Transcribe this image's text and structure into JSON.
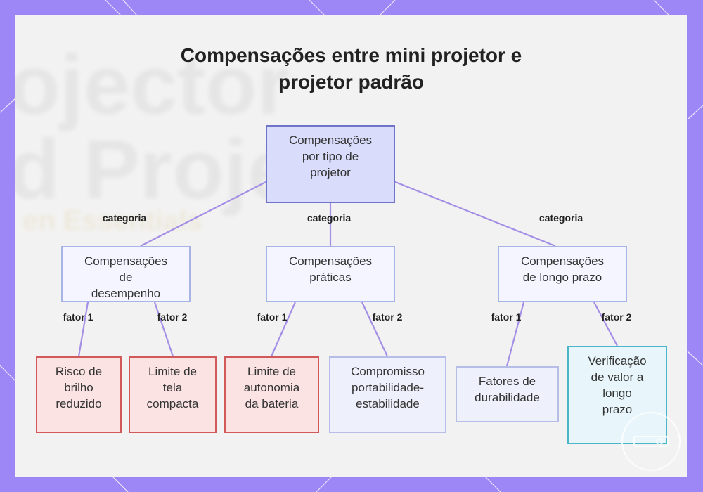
{
  "title_lines": [
    "Compensações entre mini projetor e",
    "projetor padrão"
  ],
  "background_text": [
    "ojector",
    "d Projec",
    "en Essentials"
  ],
  "nodes": {
    "root": [
      "Compensações",
      "por tipo de",
      "projetor"
    ],
    "desempenho": [
      "Compensações",
      "de",
      "desempenho"
    ],
    "praticas": [
      "Compensações",
      "práticas"
    ],
    "longo_prazo": [
      "Compensações",
      "de longo prazo"
    ],
    "risco_brilho": [
      "Risco de",
      "brilho",
      "reduzido"
    ],
    "limite_tela": [
      "Limite de",
      "tela",
      "compacta"
    ],
    "limite_bateria": [
      "Limite de",
      "autonomia",
      "da bateria"
    ],
    "compromisso": [
      "Compromisso",
      "portabilidade-",
      "estabilidade"
    ],
    "durabilidade": [
      "Fatores de",
      "durabilidade"
    ],
    "verificacao": [
      "Verificação",
      "de valor a",
      "longo",
      "prazo"
    ]
  },
  "edge_labels": {
    "categoria": "categoria",
    "fator1": "fator 1",
    "fator2": "fator 2"
  },
  "colors": {
    "frame": "#9d86f5",
    "edge": "#a48ee6",
    "root_fill": "#d9dcfb",
    "red_border": "#d05a5a",
    "teal_border": "#4cb6c9"
  }
}
